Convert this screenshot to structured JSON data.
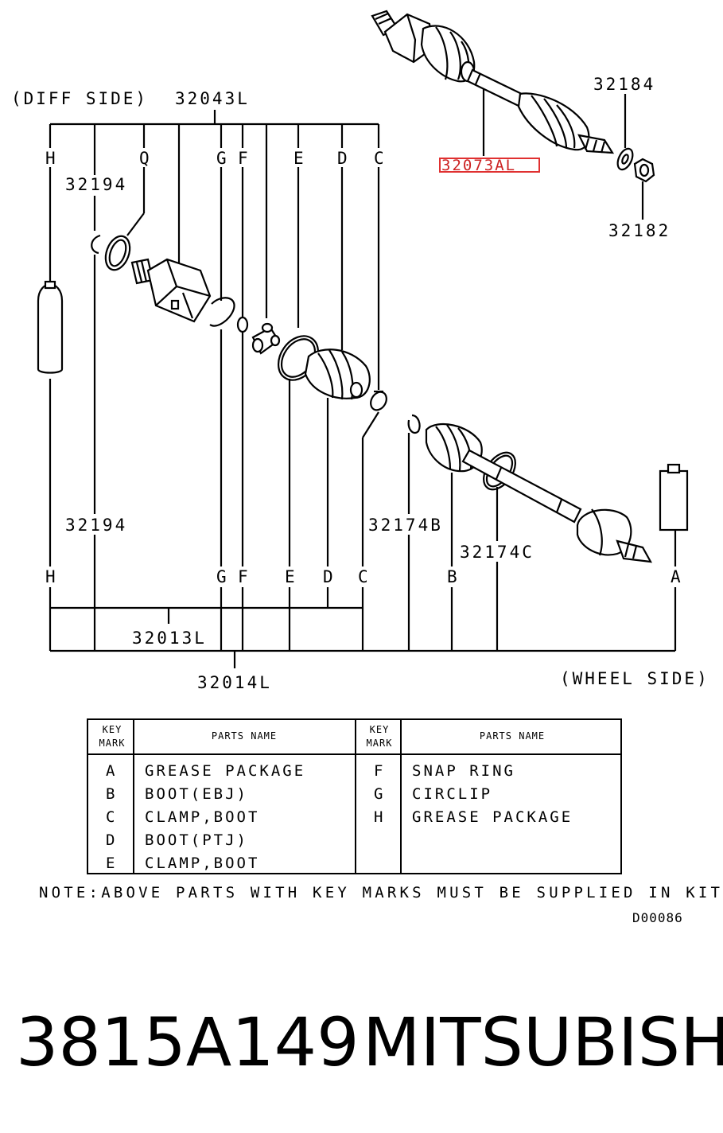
{
  "labels": {
    "diff_side": "(DIFF SIDE)",
    "wheel_side": "(WHEEL SIDE)",
    "p32043L": "32043L",
    "p32073AL": "32073AL",
    "p32184": "32184",
    "p32182": "32182",
    "p32194_top": "32194",
    "p32194_bottom": "32194",
    "p32174B": "32174B",
    "p32174C": "32174C",
    "p32013L": "32013L",
    "p32014L": "32014L"
  },
  "keys_top": {
    "H": "H",
    "Q": "Q",
    "G": "G",
    "F": "F",
    "E": "E",
    "D": "D",
    "C": "C"
  },
  "keys_bottom": {
    "H": "H",
    "G": "G",
    "F": "F",
    "E": "E",
    "D": "D",
    "C": "C",
    "B": "B",
    "A": "A"
  },
  "table": {
    "key_header": "KEY MARK",
    "name_header": "PARTS NAME",
    "left_rows": [
      {
        "key": "A",
        "name": "GREASE PACKAGE"
      },
      {
        "key": "B",
        "name": "BOOT(EBJ)"
      },
      {
        "key": "C",
        "name": "CLAMP,BOOT"
      },
      {
        "key": "D",
        "name": "BOOT(PTJ)"
      },
      {
        "key": "E",
        "name": "CLAMP,BOOT"
      }
    ],
    "right_rows": [
      {
        "key": "F",
        "name": "SNAP RING"
      },
      {
        "key": "G",
        "name": "CIRCLIP"
      },
      {
        "key": "H",
        "name": "GREASE PACKAGE"
      }
    ]
  },
  "note": "NOTE:ABOVE PARTS WITH KEY MARKS MUST BE SUPPLIED IN KIT.",
  "diagram_code": "D00086",
  "footer": {
    "part_number": "3815A149",
    "brand": "MITSUBISHI"
  },
  "highlight_color": "#e03030"
}
